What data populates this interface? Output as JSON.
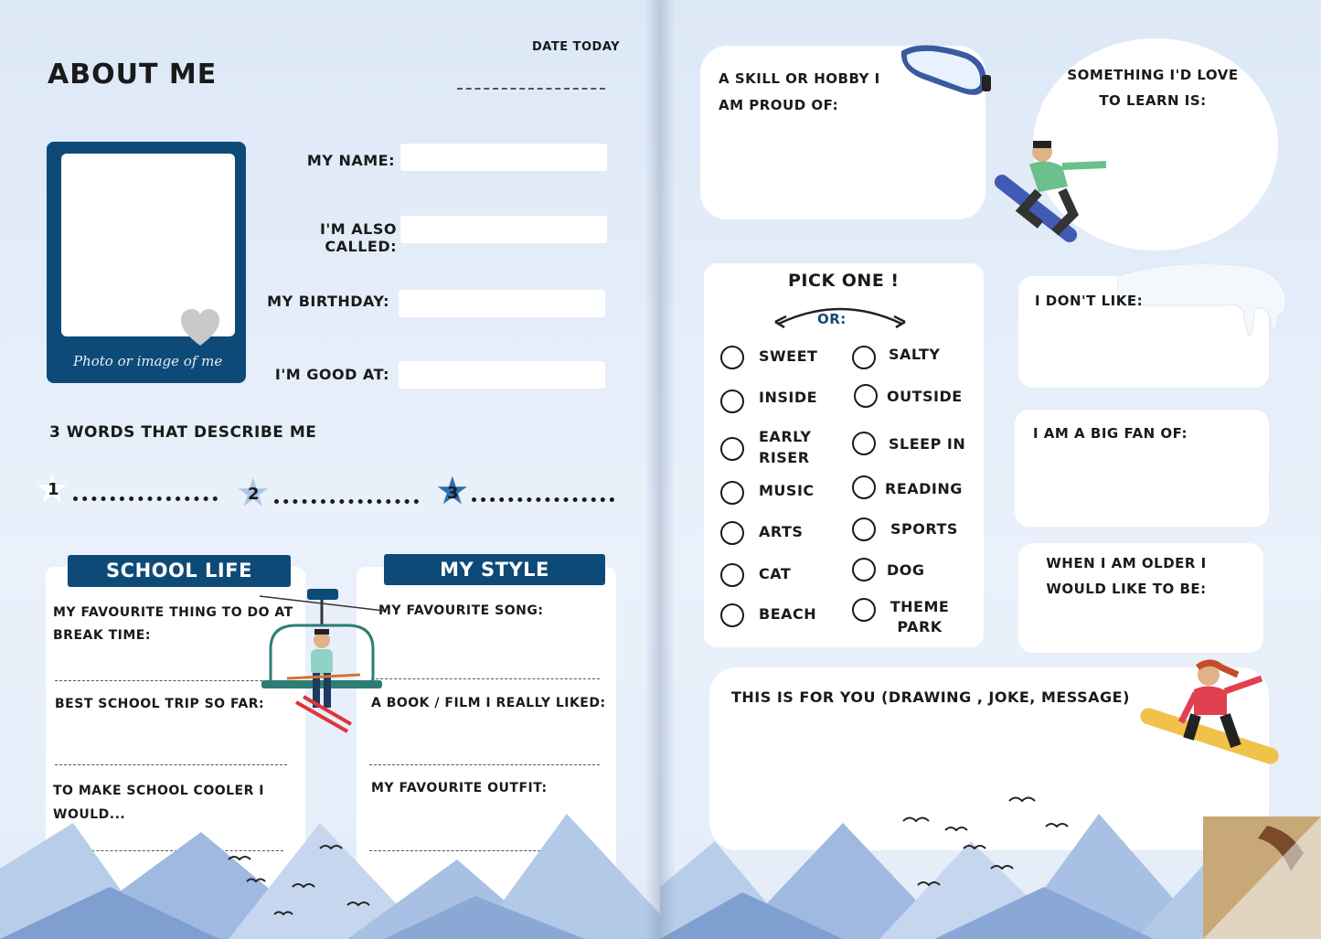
{
  "left": {
    "title": "About me",
    "date_label": "Date today",
    "photo_caption": "Photo or image of me",
    "fields": {
      "name": "My name:",
      "also_called": "I'm also called:",
      "birthday": "My birthday:",
      "good_at": "I'm good at:"
    },
    "words_heading": "3 words that describe me",
    "word_numbers": [
      "1",
      "2",
      "3"
    ],
    "school": {
      "banner": "School life",
      "q1": "My favourite thing to do at break time:",
      "q2": "Best school trip so far:",
      "q3": "To make school cooler I would..."
    },
    "style": {
      "banner": "My style",
      "q1": "My favourite song:",
      "q2": "A book / film I really liked:",
      "q3": "My favourite outfit:"
    }
  },
  "right": {
    "skill": "A skill or hobby I am proud of:",
    "learn": "Something I'd love to learn is:",
    "pick_one": "Pick one !",
    "or_label": "or:",
    "options_left": [
      "Sweet",
      "Inside",
      "Early riser",
      "Music",
      "Arts",
      "Cat",
      "Beach"
    ],
    "options_right": [
      "Salty",
      "Outside",
      "Sleep in",
      "Reading",
      "Sports",
      "Dog",
      "Theme park"
    ],
    "dont_like": "I don't like:",
    "big_fan": "I am a big fan of:",
    "older": "When I am older I would like to be:",
    "for_you": "This is for you (drawing , joke, message)"
  },
  "colors": {
    "navy": "#0e4a78",
    "background": "#e3ecf8",
    "mountain": "#9fb9e0"
  },
  "icons": [
    "goggles-icon",
    "snowboarder-icon",
    "chairlift-icon",
    "heart-icon",
    "star-icon",
    "bird-icon",
    "mountain-icon"
  ]
}
